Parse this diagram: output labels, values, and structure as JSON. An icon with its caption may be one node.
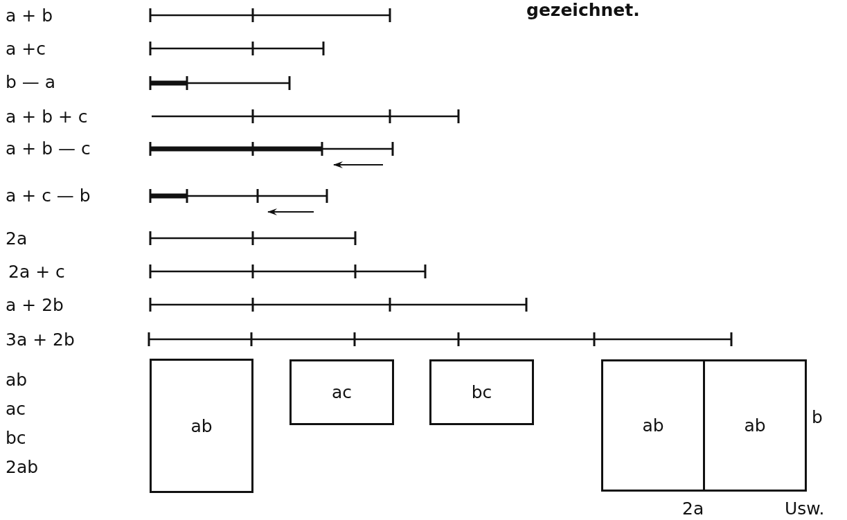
{
  "diagram": {
    "nodes": [
      {
        "text": [
          "ab"
        ]
      },
      {
        "text": [
          "ac"
        ]
      },
      {
        "text": [
          "bc"
        ]
      },
      {
        "text": [
          "ab"
        ]
      },
      {
        "text": [
          "ab"
        ]
      }
    ],
    "labels": [
      "gezeichnet.",
      "a + b",
      "a +c",
      "b — a",
      "a + b + c",
      "a + b — c",
      "a + c — b",
      "2a",
      "2a + c",
      "a + 2b",
      "3a + 2b",
      "ab",
      "ac",
      "bc",
      "2ab",
      "b",
      "2a",
      "Usw."
    ]
  }
}
